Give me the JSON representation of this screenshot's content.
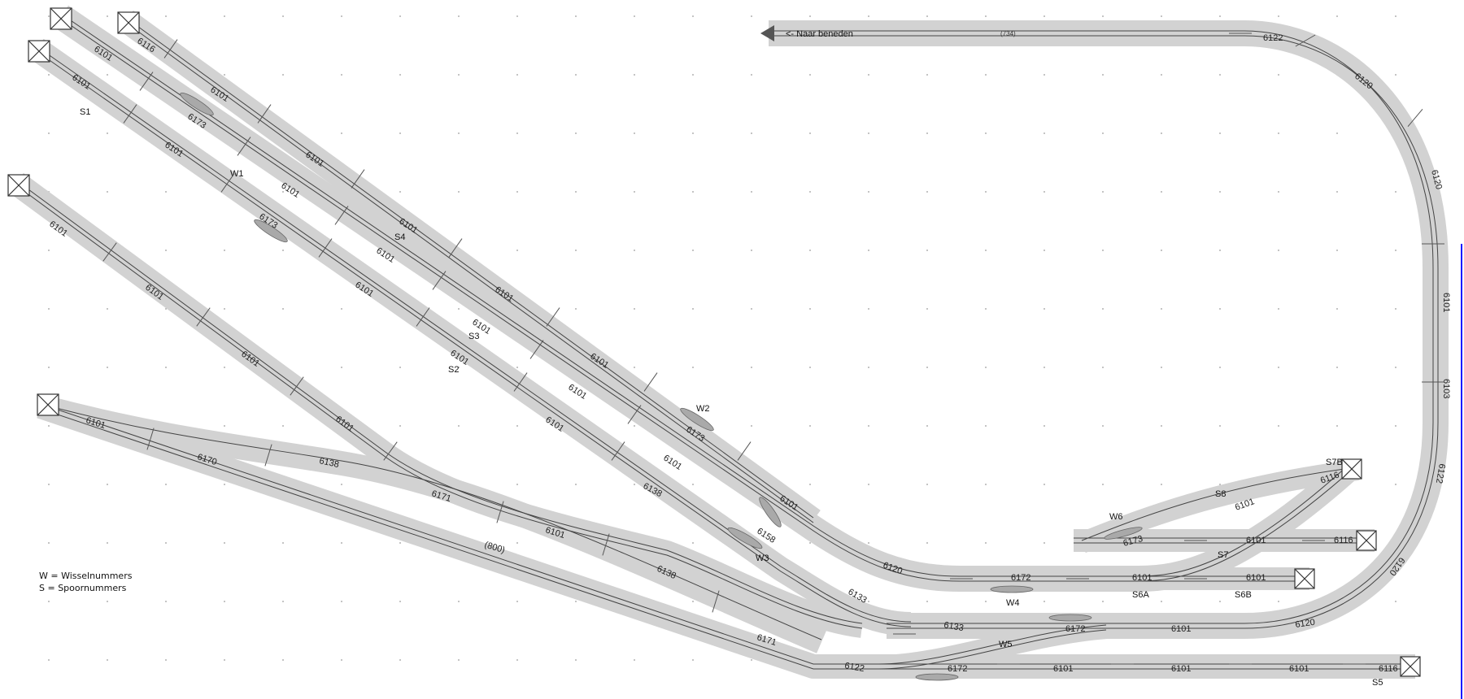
{
  "title": "",
  "arrow_text": "<- Naar beneden",
  "arrow_sub": "(734)",
  "switches": [
    "W1",
    "W2",
    "W3",
    "W4",
    "W5",
    "W6"
  ],
  "tracks": [
    "S1",
    "S2",
    "S3",
    "S4",
    "S5",
    "S6A",
    "S6B",
    "S7",
    "S7B",
    "S8"
  ],
  "legend": {
    "line1": "W = Wisselnummers",
    "line2": "S = Spoornummers"
  },
  "labels": {
    "t6101": "6101",
    "t6116": "6116",
    "t6173": "6173",
    "t6170": "6170",
    "t6138": "6138",
    "t6171": "6171",
    "t6158": "6158",
    "t6133": "6133",
    "t6120": "6120",
    "t6122": "6122",
    "t6172": "6172",
    "t6103": "6103",
    "t800": "(800)"
  },
  "colors": {
    "ballast": "#d2d2d2",
    "rail": "#444444",
    "grid_dot": "#9a9a9a",
    "edge_rule": "#1a1aff"
  }
}
